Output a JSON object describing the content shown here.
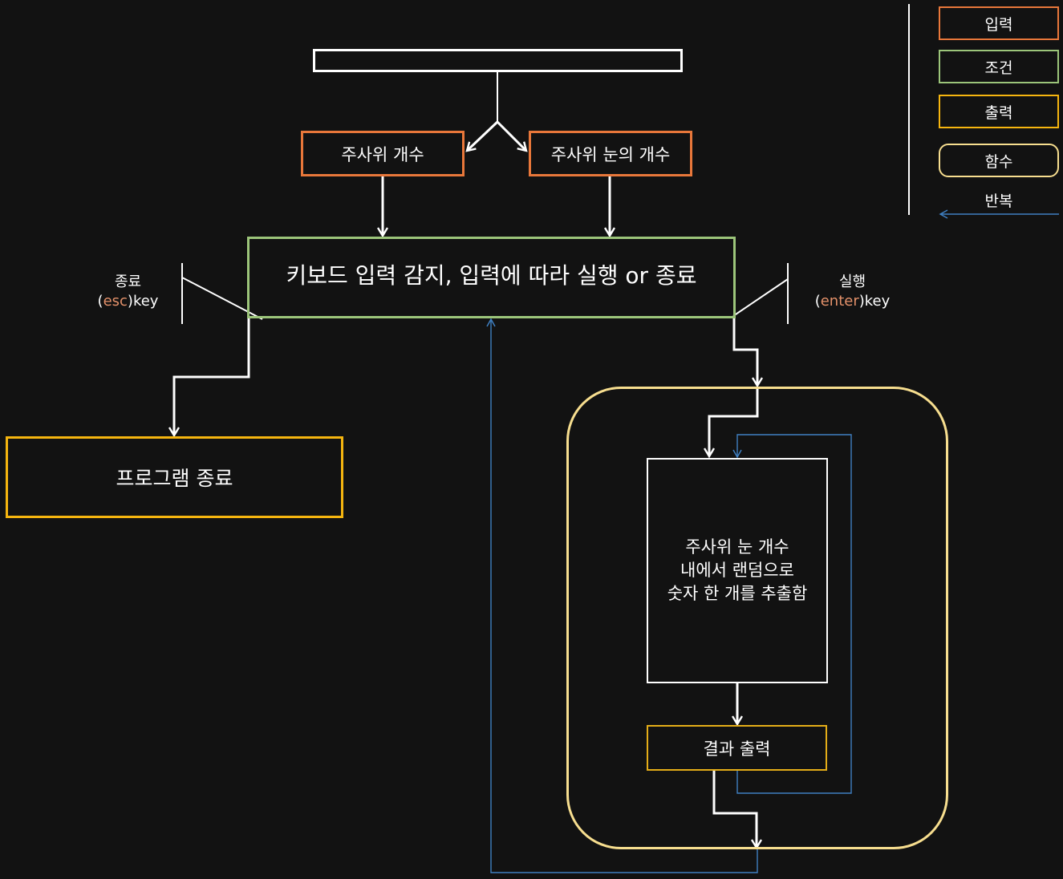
{
  "nodes": {
    "dice_count": "주사위 개수",
    "dice_faces": "주사위 눈의 개수",
    "keyboard_condition": "키보드 입력 감지, 입력에 따라 실행 or 종료",
    "program_exit": "프로그램 종료",
    "random_extract_lines": [
      "주사위 눈 개수",
      "내에서 랜덤으로",
      "숫자 한 개를 추출함"
    ],
    "result_output": "결과 출력"
  },
  "branches": {
    "exit": {
      "title": "종료",
      "open": "(",
      "key": "esc",
      "suffix": ")key"
    },
    "run": {
      "title": "실행",
      "open": "(",
      "key": "enter",
      "suffix": ")key"
    }
  },
  "legend": {
    "input": "입력",
    "condition": "조건",
    "output": "출력",
    "function": "함수",
    "repeat": "반복"
  },
  "colors": {
    "background": "#121212",
    "input": "#e8773a",
    "condition": "#9cc57a",
    "output": "#f5b50f",
    "function": "#f7de8f",
    "repeat": "#3f7fc1",
    "connector": "#ffffff",
    "key_accent": "#e4916a"
  }
}
